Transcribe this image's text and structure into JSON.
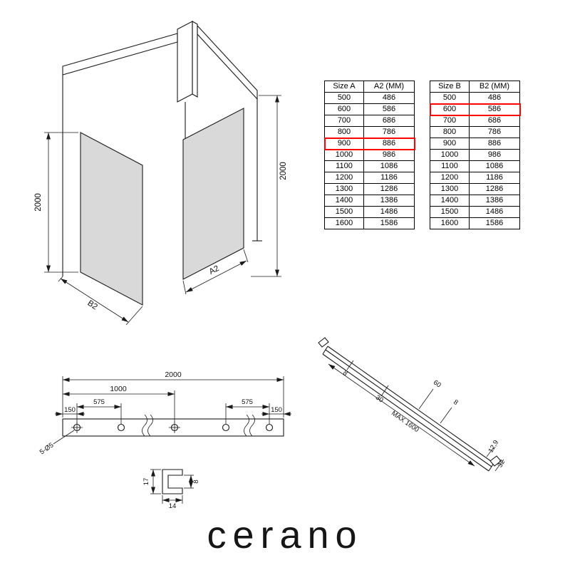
{
  "brand": {
    "logo_text": "cerano"
  },
  "isometric": {
    "height_left": "2000",
    "height_right": "2000",
    "width_left_label": "B2",
    "width_right_label": "A2"
  },
  "size_table_a": {
    "headers": [
      "Size A",
      "A2 (MM)"
    ],
    "rows": [
      [
        "500",
        "486"
      ],
      [
        "600",
        "586"
      ],
      [
        "700",
        "686"
      ],
      [
        "800",
        "786"
      ],
      [
        "900",
        "886"
      ],
      [
        "1000",
        "986"
      ],
      [
        "1100",
        "1086"
      ],
      [
        "1200",
        "1186"
      ],
      [
        "1300",
        "1286"
      ],
      [
        "1400",
        "1386"
      ],
      [
        "1500",
        "1486"
      ],
      [
        "1600",
        "1586"
      ]
    ],
    "highlighted_row": 4
  },
  "size_table_b": {
    "headers": [
      "Size B",
      "B2 (MM)"
    ],
    "rows": [
      [
        "500",
        "486"
      ],
      [
        "600",
        "586"
      ],
      [
        "700",
        "686"
      ],
      [
        "800",
        "786"
      ],
      [
        "900",
        "886"
      ],
      [
        "1000",
        "986"
      ],
      [
        "1100",
        "1086"
      ],
      [
        "1200",
        "1186"
      ],
      [
        "1300",
        "1286"
      ],
      [
        "1400",
        "1386"
      ],
      [
        "1500",
        "1486"
      ],
      [
        "1600",
        "1586"
      ]
    ],
    "highlighted_row": 1
  },
  "wall_profile": {
    "total_length": "2000",
    "center_distance": "1000",
    "hole_spacing_left": "575",
    "hole_spacing_right": "575",
    "end_offset_left": "150",
    "end_offset_right": "150",
    "holes_label": "5-Ø5",
    "section": {
      "height": "17",
      "slot": "8",
      "width": "14"
    }
  },
  "stabilizer": {
    "dim_8a": "8",
    "dim_30": "30",
    "dim_60": "60",
    "dim_8b": "8",
    "max_length": "MAX 1600",
    "dim_12_9": "12,9",
    "dim_32": "32"
  },
  "colors": {
    "highlight_red": "#ff0000",
    "glass_gray": "#d9d9d9",
    "line": "#1a1a1a"
  }
}
